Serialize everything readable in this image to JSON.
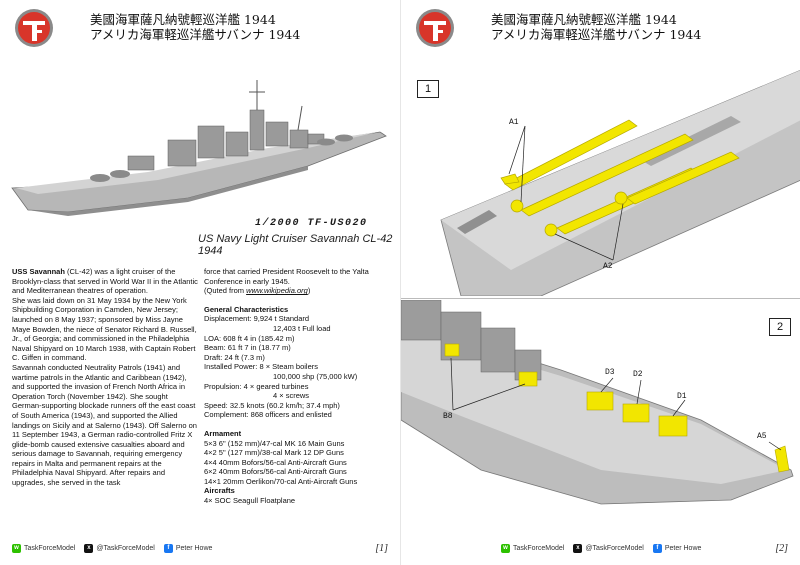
{
  "header": {
    "logo_icon": "tf-crossed-logo-icon",
    "title_zh": "美國海軍薩凡納號輕巡洋艦 1944",
    "title_ja": "アメリカ海軍軽巡洋艦サバンナ 1944"
  },
  "left_page": {
    "scale_code": "1/2000 TF-US020",
    "ship_name": "US Navy Light Cruiser Savannah CL-42 1944",
    "history": {
      "intro_name": "USS Savannah",
      "intro_rest": " (CL-42) was a light cruiser of the Brooklyn-class that served in World War II in the Atlantic and Mediterranean theatres of operation.",
      "p1": "She was laid down on 31 May 1934 by the New York Shipbuilding Corporation in Camden, New Jersey; launched on 8 May 1937; sponsored by Miss Jayne Maye Bowden, the niece of Senator Richard B. Russell, Jr., of Georgia; and commissioned in the Philadelphia Naval Shipyard on 10 March 1938, with Captain Robert C. Giffen in command.",
      "p2": "Savannah conducted Neutrality Patrols (1941) and wartime patrols in the Atlantic and Caribbean (1942), and supported the invasion of French North Africa in Operation Torch (November 1942). She sought German-supporting blockade runners off the east coast of South America (1943), and supported the Allied landings on Sicily and at Salerno (1943). Off Salerno on 11 September 1943, a German radio-controlled Fritz X glide-bomb caused extensive casualties aboard and serious damage to Savannah, requiring emergency repairs in Malta and permanent repairs at the Philadelphia Naval Shipyard. After repairs and upgrades, she served in the task",
      "p3": "force that carried President Roosevelt to the Yalta Conference in early 1945.",
      "quote_prefix": "(Quted from ",
      "quote_link": "www.wikipedia.org",
      "quote_suffix": ")"
    },
    "specs": {
      "heading": "General Characteristics",
      "displacement_1": "Displacement: 9,924 t Standard",
      "displacement_2": "12,403 t Full load",
      "loa": "LOA: 608 ft 4 in (185.42 m)",
      "beam": "Beam: 61 ft 7 in (18.77 m)",
      "draft": "Draft: 24 ft (7.3 m)",
      "power_1": "Installed Power: 8 × Steam boilers",
      "power_2": "100,000 shp (75,000 kW)",
      "propulsion_1": "Propulsion: 4 × geared turbines",
      "propulsion_2": "4 × screws",
      "speed": "Speed: 32.5 knots (60.2 km/h; 37.4 mph)",
      "complement": "Complement: 868 officers and enlisted"
    },
    "armament": {
      "heading": "Armament",
      "items": [
        "5×3 6\" (152 mm)/47-cal MK 16 Main Guns",
        "4×2 5\" (127 mm)/38-cal Mark 12 DP Guns",
        "4×4 40mm Bofors/56-cal Anti-Aircraft Guns",
        "6×2 40mm Bofors/56-cal Anti-Aircraft Guns",
        "14×1 20mm Oerlikon/70-cal Anti-Aircraft Guns"
      ]
    },
    "aircraft": {
      "heading": "Aircrafts",
      "item": "4× SOC Seagull Floatplane"
    },
    "footer": {
      "wechat": "TaskForceModel",
      "twitter": "@TaskForceModel",
      "facebook": "Peter Howe",
      "page": "[1]"
    }
  },
  "right_page": {
    "panel1_num": "1",
    "panel2_num": "2",
    "callouts": {
      "a1": "A1",
      "a2": "A2",
      "b8": "B8",
      "d3": "D3",
      "d2": "D2",
      "d1": "D1",
      "a5": "A5"
    },
    "footer": {
      "wechat": "TaskForceModel",
      "twitter": "@TaskForceModel",
      "facebook": "Peter Howe",
      "page": "[2]"
    }
  },
  "colors": {
    "logo_red": "#d8352a",
    "logo_grey": "#8a8a8a",
    "hull_grey": "#b7b7b7",
    "hull_dark": "#6e6e6e",
    "part_yellow": "#f2e600"
  }
}
